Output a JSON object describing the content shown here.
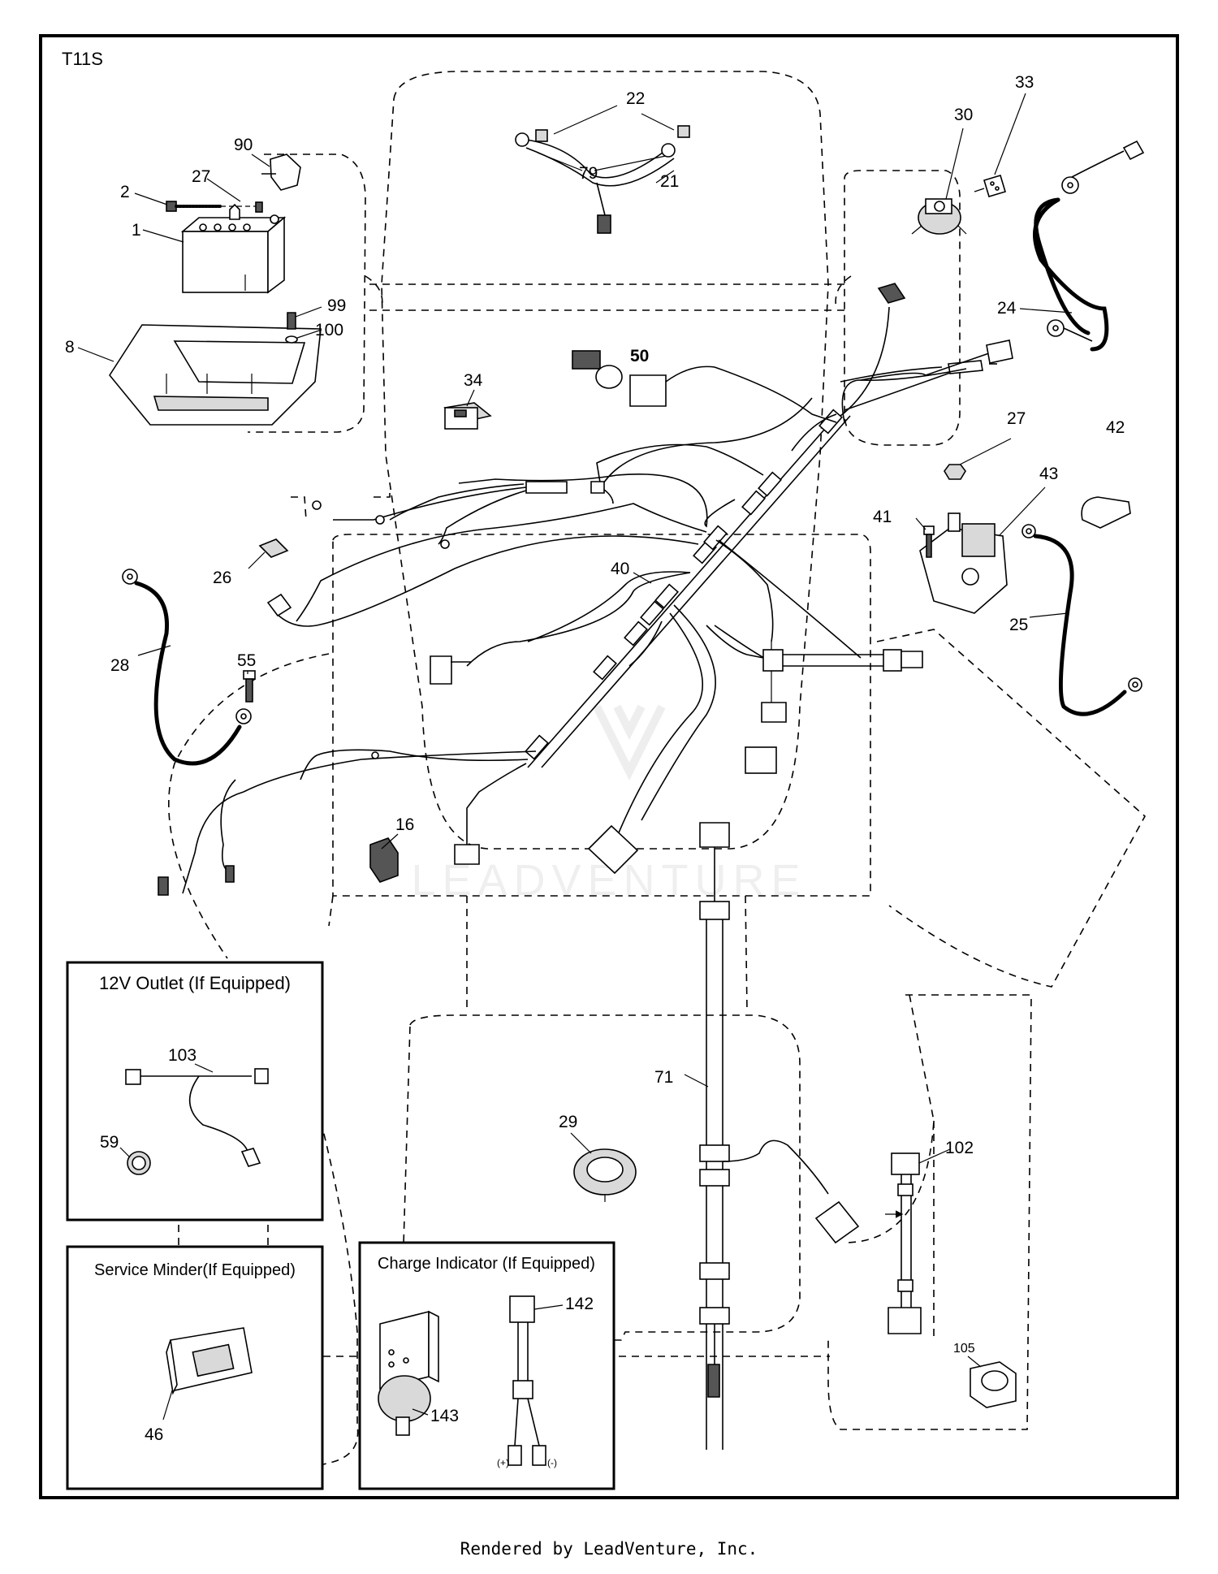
{
  "page_code": "T11S",
  "footer": "Rendered by LeadVenture, Inc.",
  "watermark": "LEADVENTURE",
  "callouts": [
    "1",
    "2",
    "8",
    "27",
    "90",
    "99",
    "100",
    "22",
    "79",
    "21",
    "30",
    "33",
    "24",
    "34",
    "50",
    "27",
    "43",
    "42",
    "41",
    "26",
    "40",
    "25",
    "28",
    "55",
    "16",
    "71",
    "29",
    "102",
    "105",
    "103",
    "59",
    "46",
    "142",
    "143"
  ],
  "boxes": {
    "outlet": {
      "title": "12V Outlet (If Equipped)"
    },
    "service": {
      "title": "Service Minder(If Equipped)"
    },
    "charge": {
      "title": "Charge Indicator (If Equipped)",
      "plus": "(+)",
      "minus": "(-)"
    }
  }
}
